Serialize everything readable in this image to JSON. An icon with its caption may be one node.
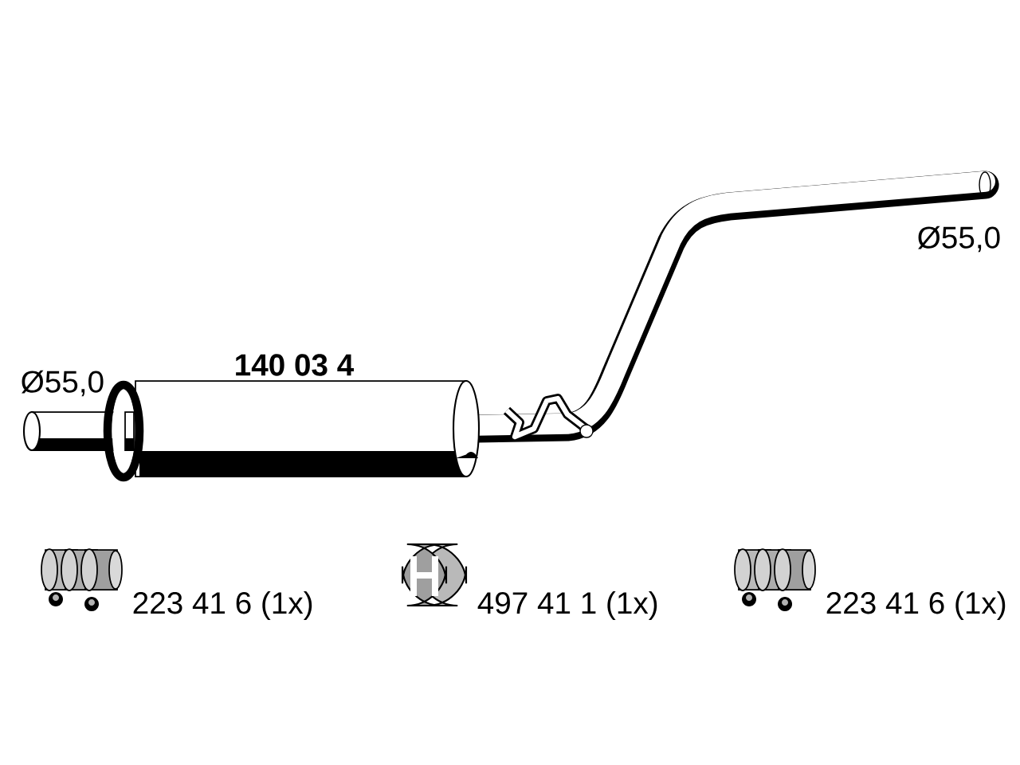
{
  "diagram": {
    "labels": [
      "Ø55,0",
      "140 03 4",
      "Ø55,0",
      "223 41 6 (1x)",
      "497 41 1 (1x)",
      "223 41 6 (1x)"
    ]
  }
}
